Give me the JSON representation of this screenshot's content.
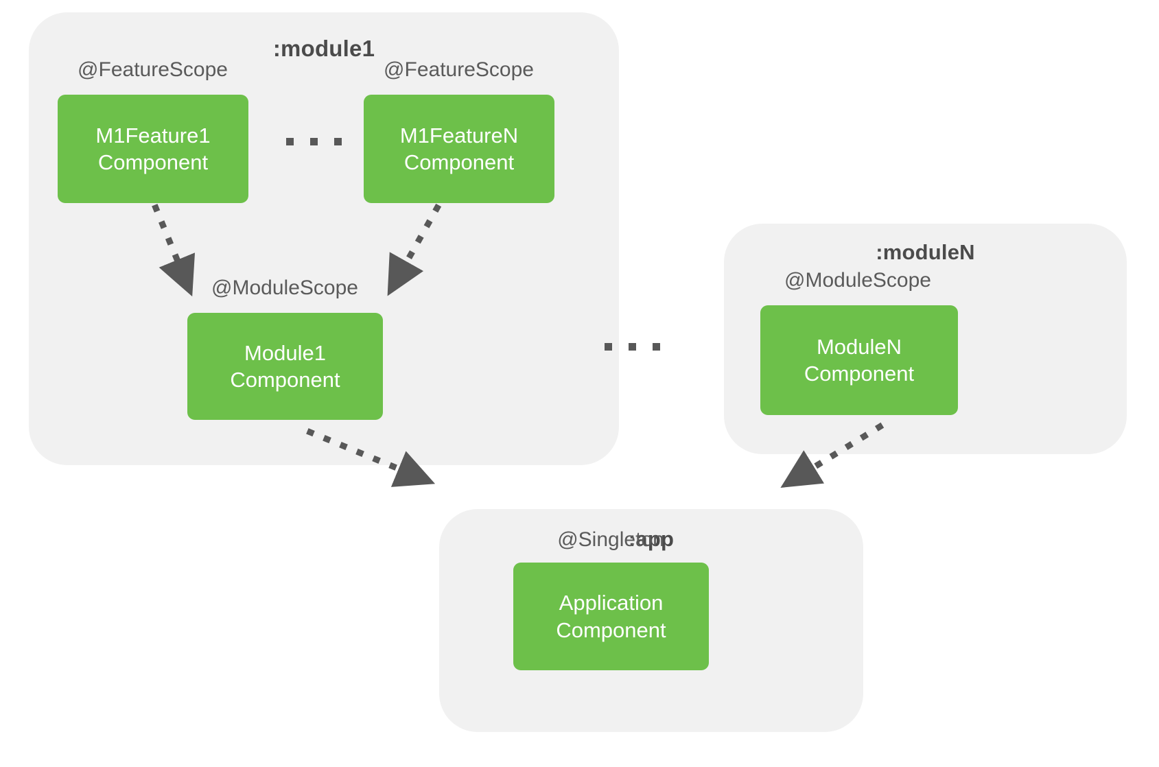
{
  "diagram": {
    "type": "dependency-graph",
    "background_color": "#ffffff",
    "container_color": "#f1f1f1",
    "component_color": "#6dc04a",
    "text_color": "#4b4b4b",
    "arrow_color": "#585858",
    "arrow_style": "dotted-with-filled-triangle-head"
  },
  "module1": {
    "title": ":module1",
    "feature_scope_left_label": "@FeatureScope",
    "feature_scope_right_label": "@FeatureScope",
    "feature_component_left": {
      "line1": "M1Feature1",
      "line2": "Component"
    },
    "feature_component_right": {
      "line1": "M1FeatureN",
      "line2": "Component"
    },
    "feature_ellipsis": "...",
    "module_scope_label": "@ModuleScope",
    "module_component": {
      "line1": "Module1",
      "line2": "Component"
    }
  },
  "between_modules_ellipsis": "...",
  "moduleN": {
    "title": ":moduleN",
    "module_scope_label": "@ModuleScope",
    "module_component": {
      "line1": "ModuleN",
      "line2": "Component"
    }
  },
  "app": {
    "title": ":app",
    "singleton_label": "@Singleton",
    "application_component": {
      "line1": "Application",
      "line2": "Component"
    }
  },
  "edges": [
    {
      "from": "M1Feature1Component",
      "to": "Module1Component"
    },
    {
      "from": "M1FeatureNComponent",
      "to": "Module1Component"
    },
    {
      "from": "Module1Component",
      "to": "ApplicationComponent"
    },
    {
      "from": "ModuleNComponent",
      "to": "ApplicationComponent"
    }
  ]
}
